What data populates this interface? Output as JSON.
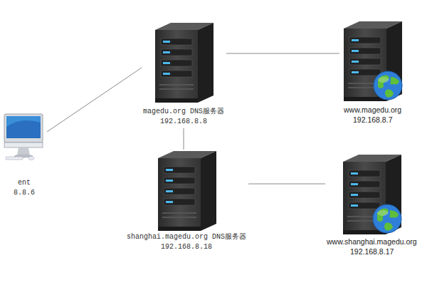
{
  "diagram": {
    "nodes": [
      {
        "text": [
          "ent",
          "8.8.6"
        ]
      },
      {
        "text": [
          "magedu.org DNS服务器",
          "192.168.8.8"
        ]
      },
      {
        "text": [
          "www.magedu.org",
          "192.168.8.7"
        ]
      },
      {
        "text": [
          "shanghai.magedu.org DNS服务器",
          "192.168.8.18"
        ]
      },
      {
        "text": [
          "www.shanghai.magedu.org",
          "192.168.8.17"
        ]
      }
    ],
    "edges": [
      {
        "from": 0,
        "to": 1,
        "arrow": "none"
      },
      {
        "from": 1,
        "to": 2,
        "arrow": "none"
      },
      {
        "from": 1,
        "to": 3,
        "arrow": "none"
      },
      {
        "from": 3,
        "to": 4,
        "arrow": "none"
      }
    ]
  }
}
